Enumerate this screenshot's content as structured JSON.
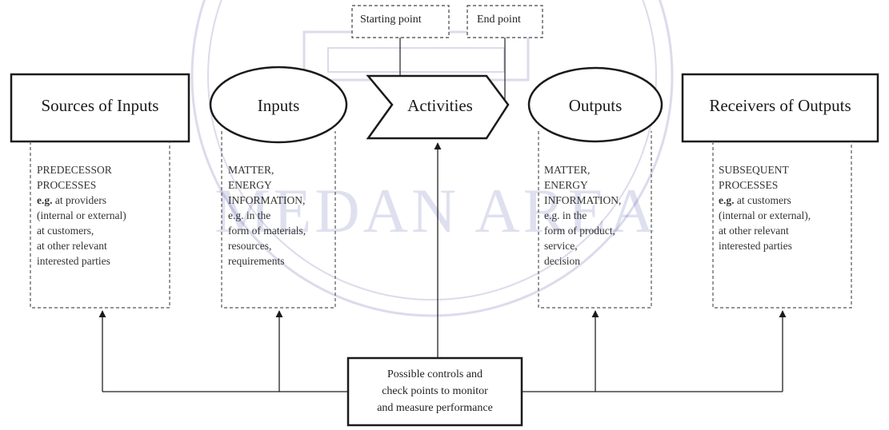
{
  "markers": {
    "starting_point": "Starting point",
    "end_point": "End point"
  },
  "nodes": {
    "sources_of_inputs": "Sources of Inputs",
    "inputs": "Inputs",
    "activities": "Activities",
    "outputs": "Outputs",
    "receivers_of_outputs": "Receivers of Outputs"
  },
  "notes": {
    "sources": {
      "lines": [
        "PREDECESSOR",
        "PROCESSES"
      ],
      "eg_prefix": "e.g.",
      "eg_rest": " at providers",
      "more": [
        "(internal or external)",
        "at customers,",
        "at other relevant",
        "interested parties"
      ]
    },
    "inputs": {
      "lines": [
        "MATTER,",
        "ENERGY",
        "INFORMATION,"
      ],
      "eg": "e.g. in the",
      "more": [
        "form of materials,",
        "resources,",
        "requirements"
      ]
    },
    "outputs": {
      "lines": [
        "MATTER,",
        "ENERGY",
        "INFORMATION,"
      ],
      "eg": "e.g. in the",
      "more": [
        "form of product,",
        "service,",
        "decision"
      ]
    },
    "receivers": {
      "lines": [
        "SUBSEQUENT",
        "PROCESSES"
      ],
      "eg_prefix": "e.g.",
      "eg_rest": " at customers",
      "more": [
        "(internal or external),",
        "at other relevant",
        "interested parties"
      ]
    }
  },
  "controls": {
    "lines": [
      "Possible controls and",
      "check points to monitor",
      "and measure performance"
    ]
  },
  "watermark": {
    "text": "MEDAN AREA",
    "color": "#3b3f99"
  },
  "colors": {
    "stroke": "#1a1a1a",
    "dashed": "#555555"
  }
}
